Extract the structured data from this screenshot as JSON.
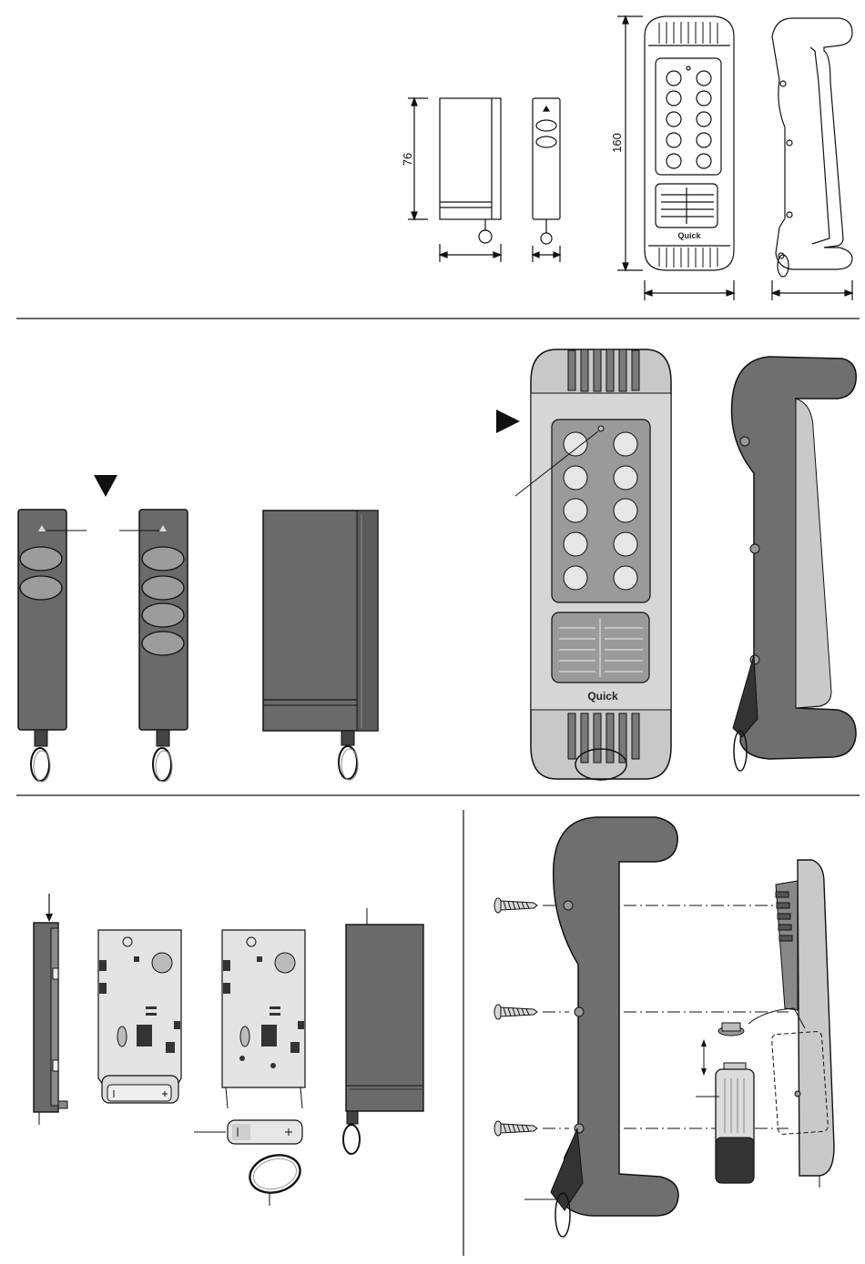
{
  "dimensions": {
    "small_receiver_height": "76",
    "wall_remote_height": "160"
  },
  "brand": {
    "logo_text": "Quick"
  },
  "colors": {
    "line": "#111111",
    "body_dark": "#6a6a6a",
    "body_mid": "#8c8c8c",
    "body_light": "#c8c8c8",
    "face_light": "#dcdcdc",
    "button": "#e6e6e6",
    "pcb": "#e4e4e4"
  }
}
